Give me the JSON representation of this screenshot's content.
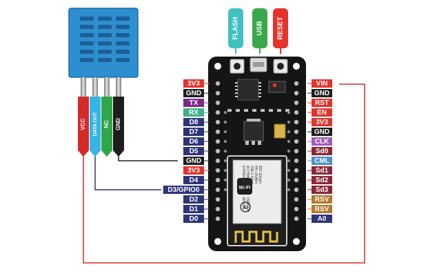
{
  "sensor": {
    "pins": [
      {
        "label": "VCC",
        "color": "#d62a2a"
      },
      {
        "label": "DATA OUT",
        "color": "#35b4e6"
      },
      {
        "label": "NC",
        "color": "#2fa64a"
      },
      {
        "label": "GND",
        "color": "#1e1e1e"
      }
    ],
    "body_color": "#2e8fd0"
  },
  "buttons": [
    {
      "label": "FLASH",
      "color": "#3fc1bf"
    },
    {
      "label": "USB",
      "color": "#38a84a"
    },
    {
      "label": "RESET",
      "color": "#e5332a"
    }
  ],
  "left_pins": [
    {
      "label": "3V3",
      "color": "#e5332a"
    },
    {
      "label": "GND",
      "color": "#1e1e1e"
    },
    {
      "label": "TX",
      "color": "#7a2b86"
    },
    {
      "label": "RX",
      "color": "#3fae8a"
    },
    {
      "label": "D8",
      "color": "#2e3577"
    },
    {
      "label": "D7",
      "color": "#2e3577"
    },
    {
      "label": "D6",
      "color": "#2e3577"
    },
    {
      "label": "D5",
      "color": "#2e3577"
    },
    {
      "label": "GND",
      "color": "#1e1e1e"
    },
    {
      "label": "3V3",
      "color": "#e5332a"
    },
    {
      "label": "D4",
      "color": "#2e3577"
    },
    {
      "label": "D3/GPIO0",
      "color": "#2e3577"
    },
    {
      "label": "D2",
      "color": "#2e3577"
    },
    {
      "label": "D1",
      "color": "#2e3577"
    },
    {
      "label": "D0",
      "color": "#2e3577"
    }
  ],
  "right_pins": [
    {
      "label": "VIN",
      "color": "#e5332a"
    },
    {
      "label": "GND",
      "color": "#1e1e1e"
    },
    {
      "label": "RST",
      "color": "#e5332a"
    },
    {
      "label": "EN",
      "color": "#e5332a"
    },
    {
      "label": "3V3",
      "color": "#e5332a"
    },
    {
      "label": "GND",
      "color": "#1e1e1e"
    },
    {
      "label": "CLK",
      "color": "#a35bb8"
    },
    {
      "label": "Sd0",
      "color": "#8a2838"
    },
    {
      "label": "CML",
      "color": "#4d8fc6"
    },
    {
      "label": "Sd1",
      "color": "#8a2838"
    },
    {
      "label": "Sd2",
      "color": "#8a2838"
    },
    {
      "label": "Sd3",
      "color": "#8a2838"
    },
    {
      "label": "RSV",
      "color": "#b17a2c"
    },
    {
      "label": "RSV",
      "color": "#b17a2c"
    },
    {
      "label": "A0",
      "color": "#2e3577"
    }
  ],
  "module": {
    "wifi_label": "Wi-Fi",
    "model_lines": [
      "ESP8266MOD",
      "AI-THINKER",
      "ISM 2.4GHz",
      "PA +25dBm",
      "802.11b/g/n"
    ],
    "mark_lines": [
      "MODEL",
      "VENDOR"
    ],
    "brand": "AI",
    "brand_small": "ai"
  },
  "wires": {
    "vcc_color": "#d62a2a",
    "data_color": "#2e3577",
    "gnd_color": "#1e1e1e"
  }
}
